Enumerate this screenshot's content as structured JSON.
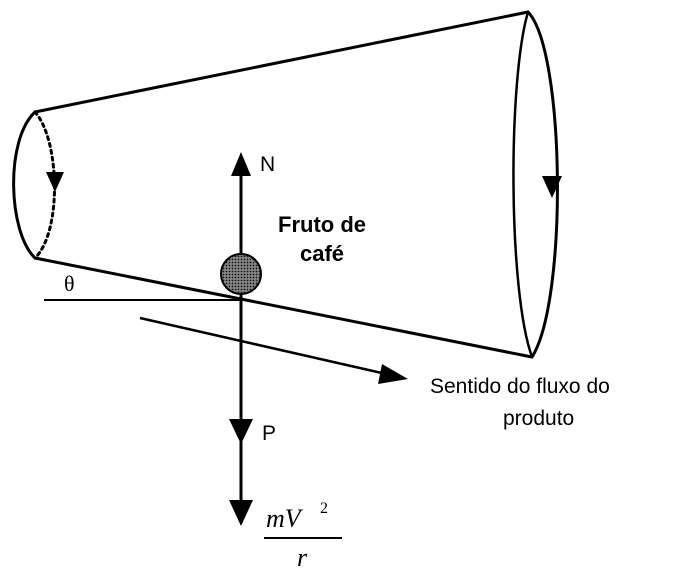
{
  "labels": {
    "normal_force": "N",
    "weight": "P",
    "fruit_line1": "Fruto de",
    "fruit_line2": "café",
    "flow_line1": "Sentido do fluxo do",
    "flow_line2": "produto",
    "angle": "θ",
    "centrifugal_numerator": "mV",
    "centrifugal_exponent": "2",
    "centrifugal_denominator": "r"
  },
  "colors": {
    "line": "#000000",
    "fruit_fill": "#555555",
    "background": "#ffffff"
  }
}
